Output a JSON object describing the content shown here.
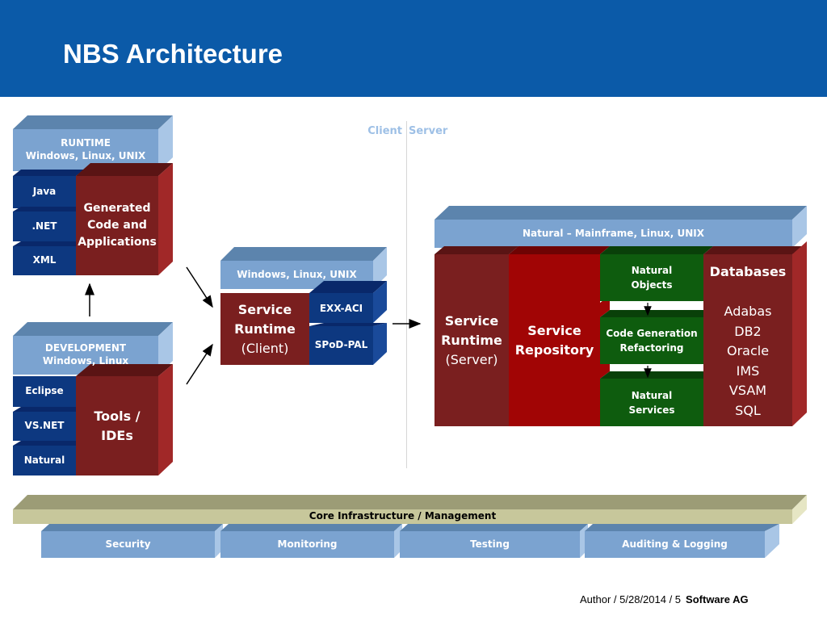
{
  "title": "NBS Architecture",
  "client_label": "Client",
  "server_label": "Server",
  "runtime": {
    "title": "RUNTIME",
    "platforms": "Windows, Linux, UNIX",
    "items": [
      "Java",
      ".NET",
      "XML"
    ],
    "generated": "Generated Code and Applications"
  },
  "development": {
    "title": "DEVELOPMENT",
    "platforms": "Windows, Linux",
    "items": [
      "Eclipse",
      "VS.NET",
      "Natural"
    ],
    "tools": "Tools / IDEs"
  },
  "client_runtime": {
    "platforms": "Windows, Linux, UNIX",
    "line1": "Service",
    "line2": "Runtime",
    "line3": "(Client)",
    "exx": "EXX-ACI",
    "spod": "SPoD-PAL"
  },
  "server": {
    "platforms": "Natural – Mainframe, Linux, UNIX",
    "runtime_line1": "Service",
    "runtime_line2": "Runtime",
    "runtime_line3": "(Server)",
    "repository_line1": "Service",
    "repository_line2": "Repository",
    "natural_objects": "Natural Objects",
    "code_generation": "Code Generation Refactoring",
    "natural_services": "Natural Services",
    "databases_title": "Databases",
    "databases": [
      "Adabas",
      "DB2",
      "Oracle",
      "IMS",
      "VSAM",
      "SQL"
    ]
  },
  "core": {
    "label": "Core Infrastructure / Management",
    "items": [
      "Security",
      "Monitoring",
      "Testing",
      "Auditing & Logging"
    ]
  },
  "footer": {
    "text": "Author / 5/28/2014 / 5",
    "brand": "Software AG"
  },
  "colors": {
    "header": "#0b5aa8",
    "light_blue": "#7ba3d0",
    "dark_blue": "#0d3880",
    "dark_red": "#7a1f1f",
    "red": "#a10505",
    "green": "#0e5c0e",
    "khaki": "#c7c79b"
  }
}
